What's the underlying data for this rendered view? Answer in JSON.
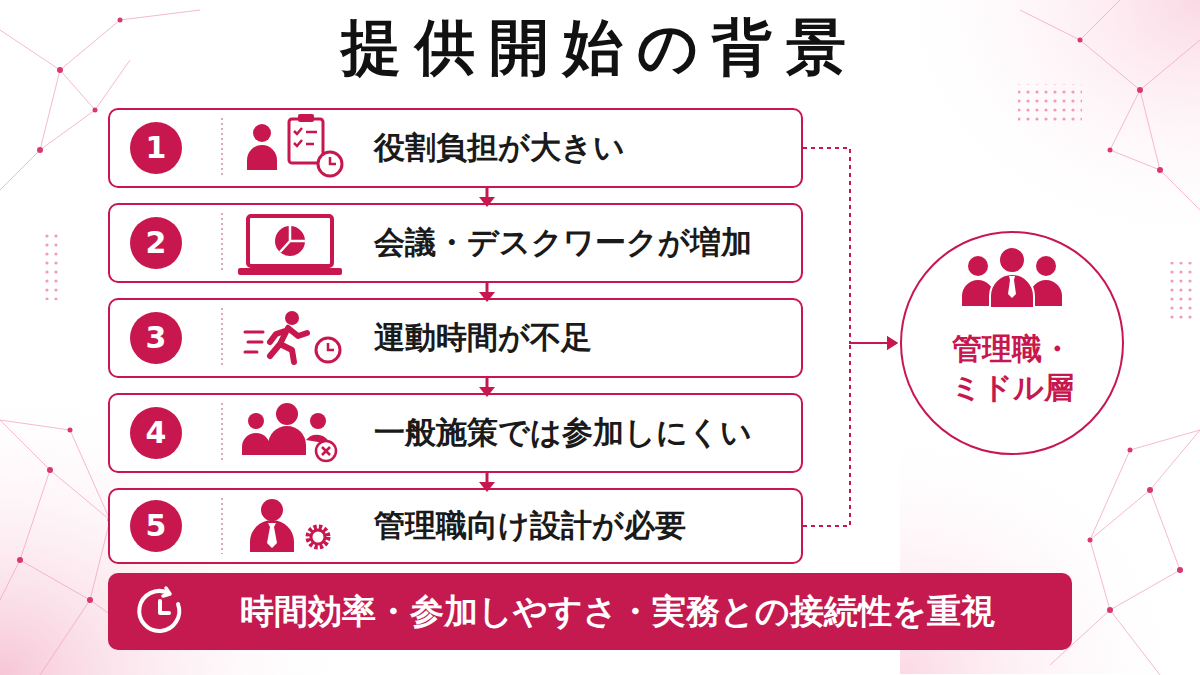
{
  "diagram": {
    "title": "提供開始の背景",
    "nodes": [
      {
        "text": [
          "役割負担が大きい"
        ]
      },
      {
        "text": [
          "1"
        ],
        "in": 0
      },
      {
        "text": [
          "会議・デスクワークが増加"
        ]
      },
      {
        "text": [
          "2"
        ],
        "in": 2
      },
      {
        "text": [
          "運動時間が不足"
        ]
      },
      {
        "text": [
          "3"
        ],
        "in": 4
      },
      {
        "text": [
          "一般施策では参加しにくい"
        ]
      },
      {
        "text": [
          "4"
        ],
        "in": 6
      },
      {
        "text": [
          "管理職向け設計が必要"
        ]
      },
      {
        "text": [
          "5"
        ],
        "in": 8
      },
      {
        "text": [
          "管理職・ ミドル層"
        ]
      },
      {
        "text": [
          "時間効率・参加しやすさ・実務との接続性を重視"
        ]
      }
    ],
    "edges": [
      {
        "from": 0,
        "to": 2,
        "arrow": "to"
      },
      {
        "from": 2,
        "to": 4,
        "arrow": "to"
      },
      {
        "from": 4,
        "to": 6,
        "arrow": "to"
      },
      {
        "from": 6,
        "to": 8,
        "arrow": "to"
      },
      {
        "from": 0,
        "to": 10,
        "arrow": "to"
      },
      {
        "from": 8,
        "to": 10,
        "arrow": "to"
      }
    ]
  }
}
